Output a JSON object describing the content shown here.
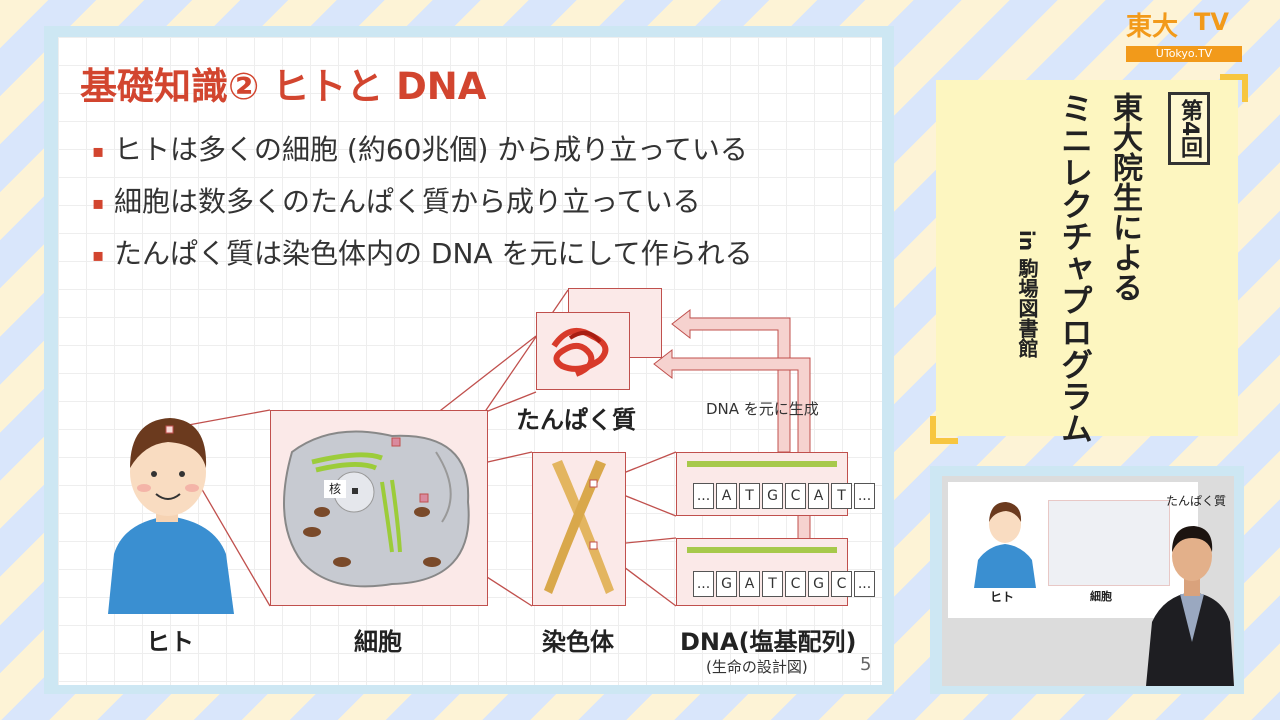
{
  "slide": {
    "title": "基礎知識② ヒトと DNA",
    "bullets": [
      "ヒトは多くの細胞 (約60兆個) から成り立っている",
      "細胞は数多くのたんぱく質から成り立っている",
      "たんぱく質は染色体内の DNA を元にして作られる"
    ],
    "diagram": {
      "labels": {
        "human": "ヒト",
        "cell": "細胞",
        "chromosome": "染色体",
        "dna": "DNA(塩基配列)",
        "dna_sub": "(生命の設計図)",
        "protein": "たんぱく質",
        "nucleus": "核",
        "arrow": "DNA を元に生成"
      },
      "seq1": [
        "...",
        "A",
        "T",
        "G",
        "C",
        "A",
        "T",
        "..."
      ],
      "seq2": [
        "...",
        "G",
        "A",
        "T",
        "C",
        "G",
        "C",
        "..."
      ]
    },
    "page_number": "5"
  },
  "promo": {
    "badge": "第4回",
    "line1": "東大院生による",
    "line2": "ミニレクチャプログラム",
    "location": "in 駒場図書館"
  },
  "logo": {
    "main": "東大",
    "tv": "TV",
    "sub": "UTokyo.TV"
  },
  "video": {
    "human_label": "ヒト",
    "cell_label": "細胞",
    "protein_label": "たんぱく質"
  },
  "colors": {
    "title": "#d2452f",
    "accent_line": "#c0504d",
    "promo_bg": "#fdf6c0",
    "logo": "#f29a1a",
    "body_blue": "#3a8fd1"
  }
}
